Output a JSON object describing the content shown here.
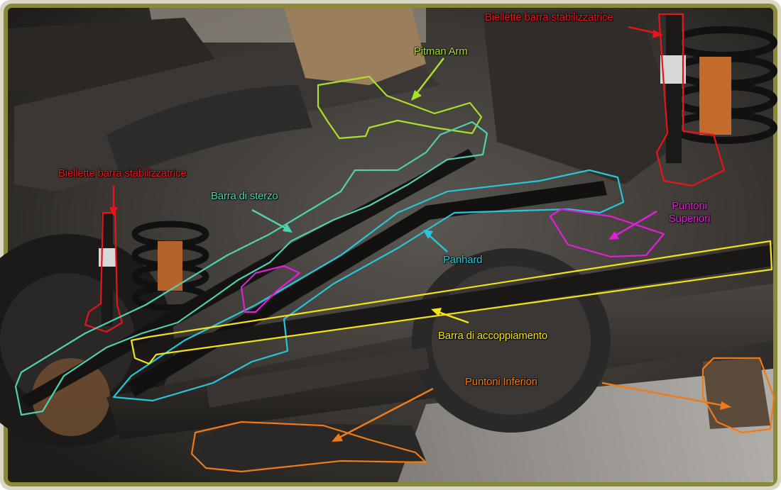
{
  "colors": {
    "frame": "#8a8a3a",
    "red": "#e8141b",
    "lime": "#a8e02c",
    "teal": "#4fd1b0",
    "cyan": "#27c6da",
    "yellow": "#f2e21a",
    "orange": "#f07a16",
    "magenta": "#e020d8"
  },
  "labels": {
    "stab_links_right": "Biellette barra stabilizzatrice",
    "pitman_arm": "Pitman Arm",
    "stab_links_left": "Biellette barra stabilizzatrice",
    "steering_bar": "Barra di sterzo",
    "upper_struts_line1": "Puntoni",
    "upper_struts_line2": "Superiori",
    "panhard": "Panhard",
    "tie_rod": "Barra di accoppiamento",
    "lower_struts": "Puntoni Inferiori"
  }
}
